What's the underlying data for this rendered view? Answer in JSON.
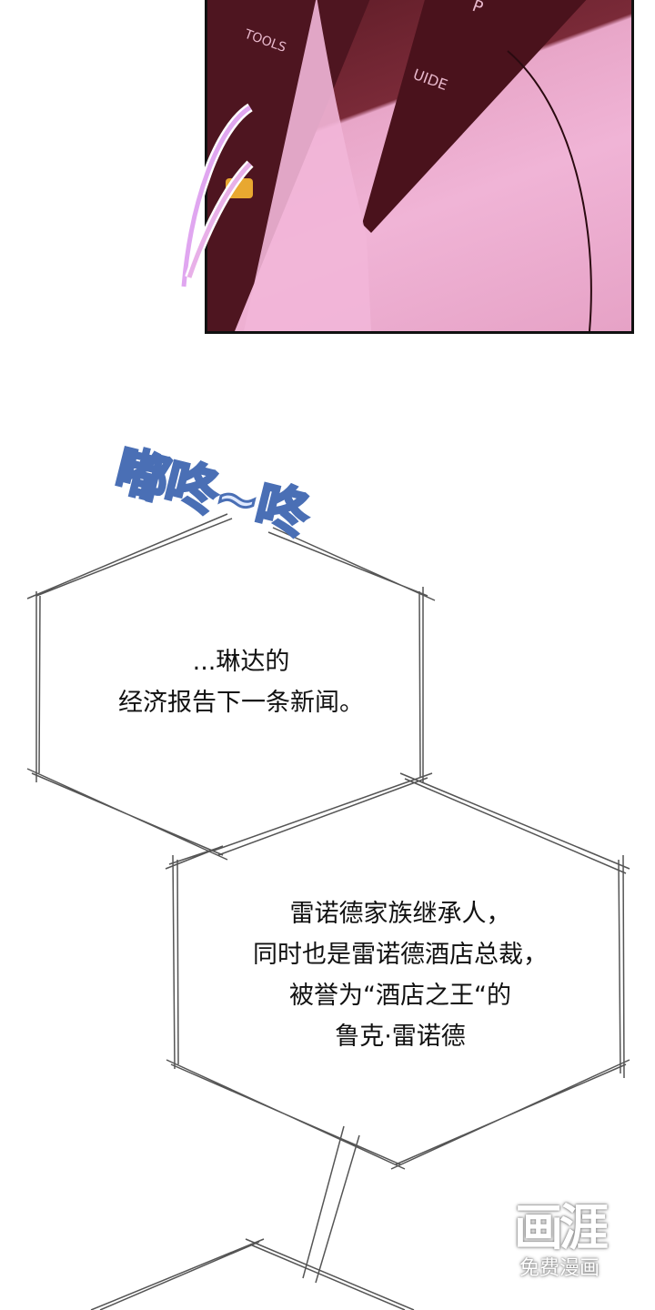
{
  "panel": {
    "button_labels": [
      "TOOLS",
      "UIDE",
      "P"
    ]
  },
  "sfx": {
    "text": "嘟咚~咚",
    "color": "#4a6fb5"
  },
  "dialogue": [
    {
      "text": "...琳达的\n经济报告下一条新闻。"
    },
    {
      "text": "雷诺德家族继承人，\n同时也是雷诺德酒店总裁，\n被誉为“酒店之王“的\n鲁克·雷诺德"
    }
  ],
  "watermark": {
    "logo": "画涯",
    "tagline": "免费漫画"
  }
}
